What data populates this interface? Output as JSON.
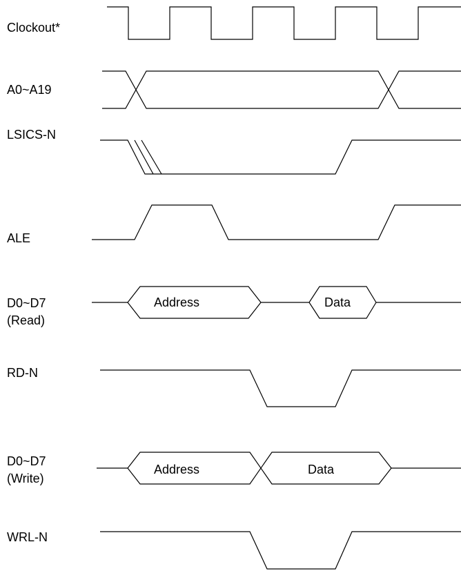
{
  "signals": [
    {
      "name": "Clockout*"
    },
    {
      "name": "A0~A19"
    },
    {
      "name": "LSICS-N"
    },
    {
      "name": "ALE"
    },
    {
      "name": "D0~D7",
      "subname": "(Read)",
      "bus_labels": [
        "Address",
        "Data"
      ]
    },
    {
      "name": "RD-N"
    },
    {
      "name": "D0~D7",
      "subname": "(Write)",
      "bus_labels": [
        "Address",
        "Data"
      ]
    },
    {
      "name": "WRL-N"
    }
  ]
}
